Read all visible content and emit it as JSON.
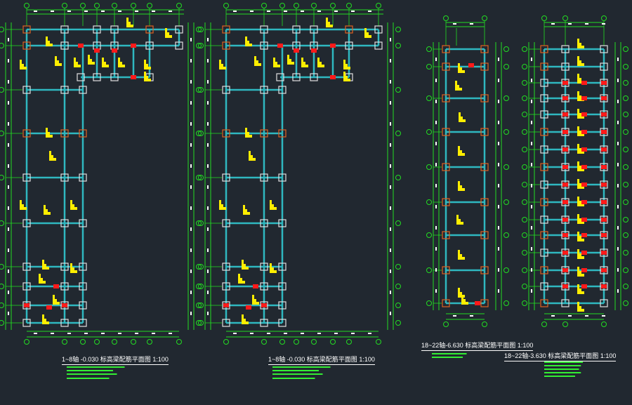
{
  "drawings": [
    {
      "title": "1~8轴 -0.030 标高梁配筋平面图",
      "scale": "1:100"
    },
    {
      "title": "1~8轴 -0.030 标高梁配筋平面图",
      "scale": "1:100"
    },
    {
      "title": "18~22轴-6.630 标高梁配筋平面图",
      "scale": "1:100"
    },
    {
      "title": "18~22轴-3.630 标高梁配筋平面图",
      "scale": "1:100"
    }
  ],
  "colors": {
    "background": "#212830",
    "beam": "#2fb8c0",
    "dimension": "#22dd22",
    "column": "#e0e0e0",
    "tag": "#ffee00",
    "highlight": "#ff1a1a"
  }
}
